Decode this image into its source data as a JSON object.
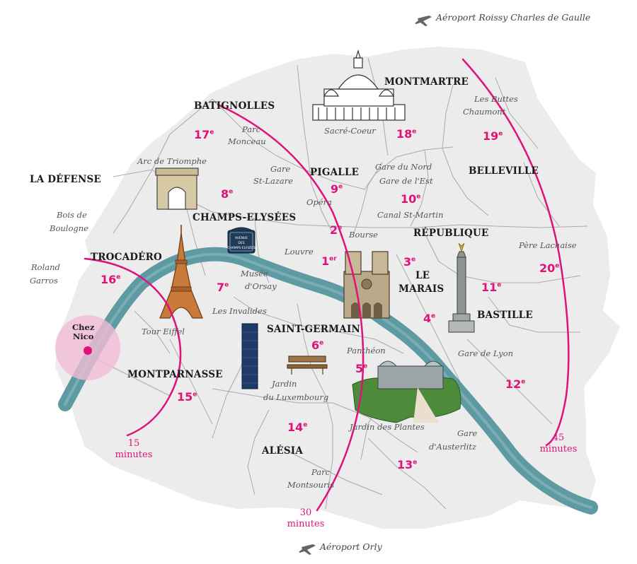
{
  "airports": {
    "cdg": "Aéroport Roissy Charles de Gaulle",
    "orly": "Aéroport Orly"
  },
  "districts": {
    "montmartre": "MONTMARTRE",
    "batignolles": "BATIGNOLLES",
    "la_defense": "LA DÉFENSE",
    "pigalle": "PIGALLE",
    "belleville": "BELLEVILLE",
    "champs_elysees": "CHAMPS-ELYSÉES",
    "republique": "RÉPUBLIQUE",
    "trocadero": "TROCADÉRO",
    "le_marais_1": "LE",
    "le_marais_2": "MARAIS",
    "bastille": "BASTILLE",
    "saint_germain": "SAINT-GERMAIN",
    "montparnasse": "MONTPARNASSE",
    "alesia": "ALÉSIA"
  },
  "places": {
    "sacre_coeur": "Sacré-Coeur",
    "buttes_chaumont_1": "Les Buttes",
    "buttes_chaumont_2": "Chaumont",
    "parc_monceau_1": "Parc",
    "parc_monceau_2": "Monceau",
    "arc_de_triomphe": "Arc de Triomphe",
    "gare_st_lazare_1": "Gare",
    "gare_st_lazare_2": "St-Lazare",
    "gare_du_nord": "Gare du Nord",
    "gare_de_lest": "Gare de l'Est",
    "opera": "Opéra",
    "canal_st_martin": "Canal St-Martin",
    "bois_de_boulogne_1": "Bois de",
    "bois_de_boulogne_2": "Boulogne",
    "bourse": "Bourse",
    "pere_lachaise": "Père Lachaise",
    "roland_garros_1": "Roland",
    "roland_garros_2": "Garros",
    "louvre": "Louvre",
    "musee_dorsay_1": "Musée",
    "musee_dorsay_2": "d'Orsay",
    "les_invalides": "Les Invalides",
    "tour_eiffel": "Tour Eiffel",
    "gare_de_lyon": "Gare de Lyon",
    "pantheon": "Panthéon",
    "jardin_luxembourg_1": "Jardin",
    "jardin_luxembourg_2": "du Luxembourg",
    "jardin_des_plantes": "Jardin des Plantes",
    "gare_austerlitz_1": "Gare",
    "gare_austerlitz_2": "d'Austerlitz",
    "parc_montsouris_1": "Parc",
    "parc_montsouris_2": "Montsouris"
  },
  "arrondissements": {
    "a1": "1",
    "a1_sup": "er",
    "a2": "2",
    "a3": "3",
    "a4": "4",
    "a5": "5",
    "a6": "6",
    "a7": "7",
    "a8": "8",
    "a9": "9",
    "a10": "10",
    "a11": "11",
    "a12": "12",
    "a13": "13",
    "a14": "14",
    "a15": "15",
    "a16": "16",
    "a17": "17",
    "a18": "18",
    "a19": "19",
    "a20": "20",
    "sup": "e"
  },
  "home": {
    "line1": "Chez",
    "line2": "Nico"
  },
  "isochrones": {
    "t15_value": "15",
    "t15_unit": "minutes",
    "t30_value": "30",
    "t30_unit": "minutes",
    "t45_value": "45",
    "t45_unit": "minutes"
  },
  "street_sign": {
    "line1": "AVENUE",
    "line2": "DES",
    "line3": "CHAMPS-ELYSÉES"
  },
  "colors": {
    "land": "#ececec",
    "roads": "#a9a9a9",
    "seine": "#5e9aa2",
    "accent_pink": "#e0117a",
    "home_halo": "#f2bcd6"
  }
}
